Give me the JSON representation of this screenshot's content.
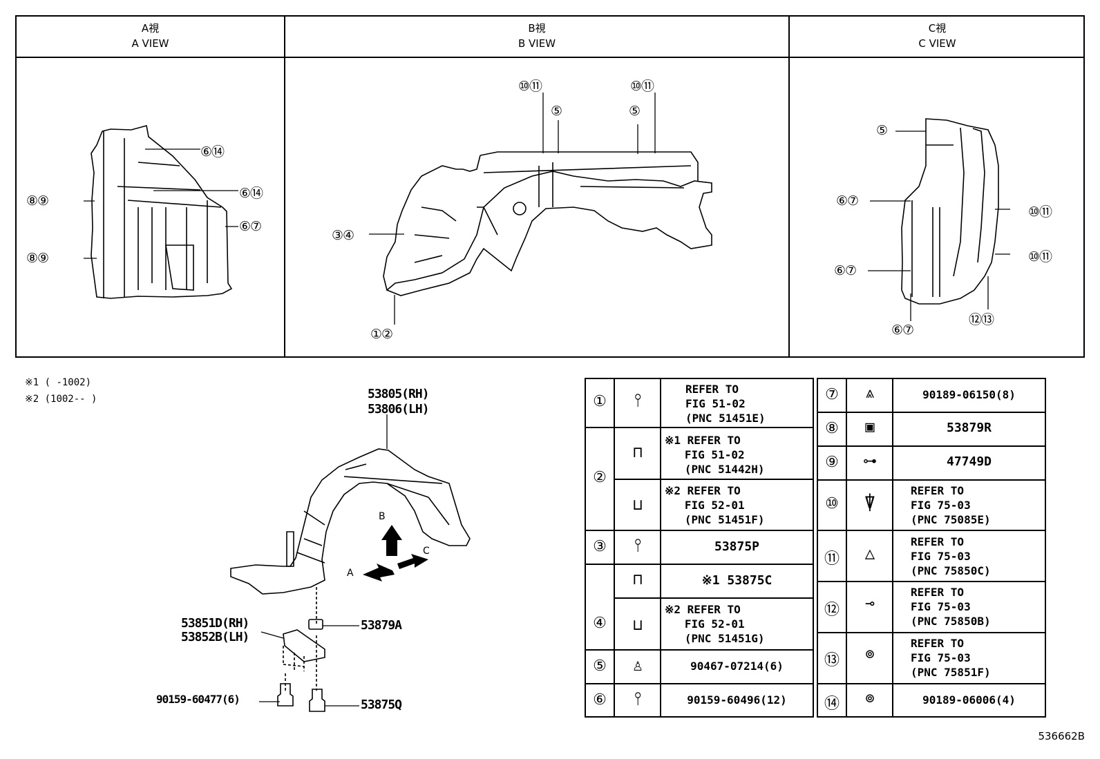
{
  "views": [
    {
      "jp": "A視",
      "en": "A VIEW"
    },
    {
      "jp": "B視",
      "en": "B VIEW"
    },
    {
      "jp": "C視",
      "en": "C VIEW"
    }
  ],
  "callouts_a": [
    "⑥⑭",
    "⑥⑭",
    "⑧⑨",
    "⑥⑦",
    "⑧⑨"
  ],
  "callouts_b": [
    "⑩⑪",
    "⑤",
    "⑩⑪",
    "⑤",
    "③④",
    "①②"
  ],
  "callouts_c": [
    "⑤",
    "⑥⑦",
    "⑩⑪",
    "⑩⑪",
    "⑥⑦",
    "⑫⑬",
    "⑥⑦"
  ],
  "notes": [
    "※1 (      -1002)",
    "※2 (1002--      )"
  ],
  "parts": {
    "liner": "53805(RH)\n53806(LH)",
    "bracket": "53851D(RH)\n53852B(LH)",
    "clip": "53879A",
    "bolt_left": "90159-60477(6)",
    "bolt_right": "53875Q"
  },
  "arrows": {
    "a": "A",
    "b": "B",
    "c": "C"
  },
  "legend_left": [
    {
      "num": "①",
      "icon": "bolt-icon",
      "text": "REFER TO\nFIG 51-02\n(PNC 51451E)"
    },
    {
      "num": "②",
      "icon": "nut-clip-icon",
      "text": "※1 REFER TO\n   FIG 51-02\n   (PNC 51442H)"
    },
    {
      "num": "",
      "icon": "nut-clip-icon",
      "text": "※2 REFER TO\n   FIG 52-01\n   (PNC 51451F)"
    },
    {
      "num": "③",
      "icon": "bolt-icon",
      "text": "53875P"
    },
    {
      "num": "④",
      "icon": "nut-clip-icon",
      "text": "※1 53875C"
    },
    {
      "num": "",
      "icon": "nut-clip-icon",
      "text": "※2 REFER TO\n   FIG 52-01\n   (PNC 51451G)"
    },
    {
      "num": "⑤",
      "icon": "screw-washer-icon",
      "text": "90467-07214(6)"
    },
    {
      "num": "⑥",
      "icon": "bolt-icon",
      "text": "90159-60496(12)"
    }
  ],
  "legend_right": [
    {
      "num": "⑦",
      "icon": "push-clip-icon",
      "text": "90189-06150(8)"
    },
    {
      "num": "⑧",
      "icon": "retainer-icon",
      "text": "53879R"
    },
    {
      "num": "⑨",
      "icon": "grommet-icon",
      "text": "47749D"
    },
    {
      "num": "⑩",
      "icon": "screw-icon",
      "text": "REFER TO\nFIG 75-03\n(PNC 75085E)"
    },
    {
      "num": "⑪",
      "icon": "cone-clip-icon",
      "text": "REFER TO\nFIG 75-03\n(PNC 75850C)"
    },
    {
      "num": "⑫",
      "icon": "tapping-screw-icon",
      "text": "REFER TO\nFIG 75-03\n(PNC 75850B)"
    },
    {
      "num": "⑬",
      "icon": "nut-icon",
      "text": "REFER TO\nFIG 75-03\n(PNC 75851F)"
    },
    {
      "num": "⑭",
      "icon": "nut-icon",
      "text": "90189-06006(4)"
    }
  ],
  "figure_id": "536662B"
}
